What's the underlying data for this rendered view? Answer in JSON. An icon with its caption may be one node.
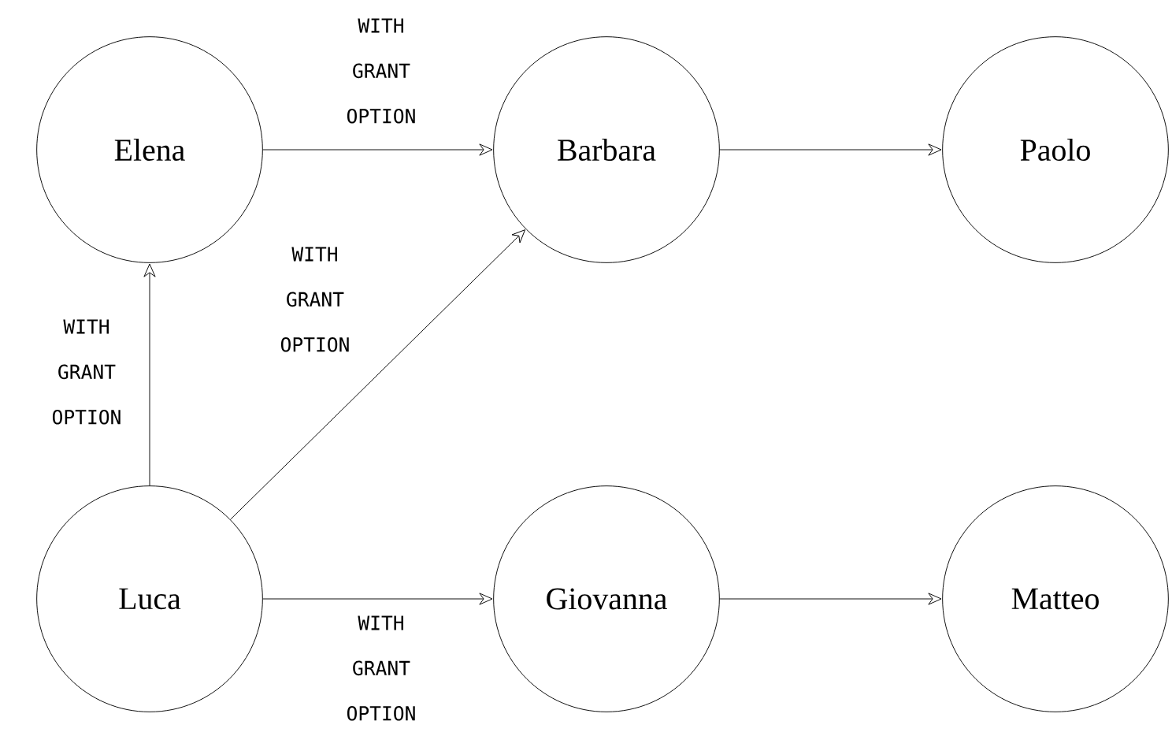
{
  "diagram": {
    "nodes": [
      {
        "text": [
          "Elena"
        ]
      },
      {
        "text": [
          "Barbara"
        ]
      },
      {
        "text": [
          "Paolo"
        ]
      },
      {
        "text": [
          "Luca"
        ]
      },
      {
        "text": [
          "Giovanna"
        ]
      },
      {
        "text": [
          "Matteo"
        ]
      }
    ],
    "edges": [
      {
        "from": 0,
        "to": 1,
        "arrow": "to",
        "label": "WITH GRANT OPTION"
      },
      {
        "from": 1,
        "to": 2,
        "arrow": "to"
      },
      {
        "from": 3,
        "to": 0,
        "arrow": "to",
        "label": "WITH GRANT OPTION"
      },
      {
        "from": 3,
        "to": 1,
        "arrow": "to",
        "label": "WITH GRANT OPTION"
      },
      {
        "from": 3,
        "to": 4,
        "arrow": "to",
        "label": "WITH GRANT OPTION"
      },
      {
        "from": 4,
        "to": 5,
        "arrow": "to"
      }
    ]
  }
}
